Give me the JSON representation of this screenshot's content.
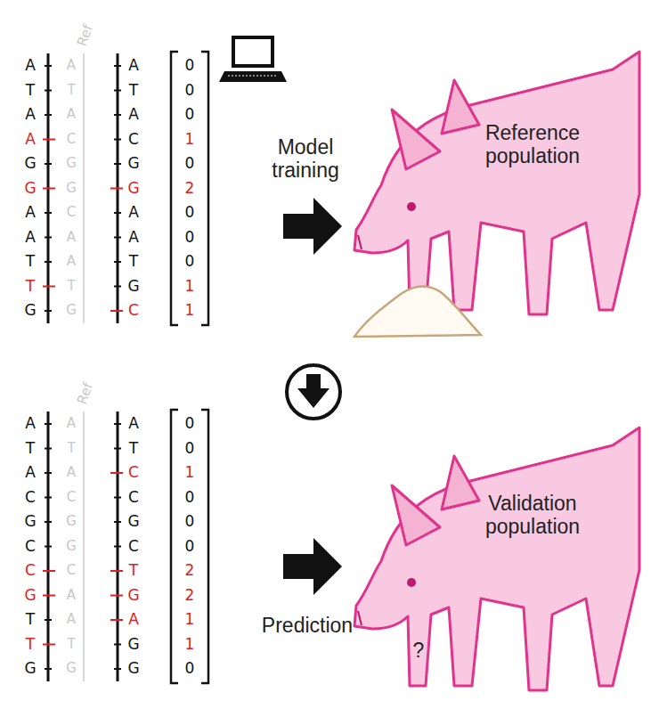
{
  "diagram": {
    "labels": [
      "A",
      "T",
      "A",
      "A",
      "G",
      "G",
      "A",
      "A",
      "T",
      "T",
      "G",
      "Ref",
      "A",
      "T",
      "A",
      "C",
      "G",
      "G",
      "C",
      "A",
      "A",
      "T",
      "G",
      "A",
      "T",
      "A",
      "C",
      "G",
      "G",
      "A",
      "A",
      "T",
      "G",
      "C",
      "0",
      "0",
      "0",
      "1",
      "0",
      "2",
      "0",
      "0",
      "0",
      "1",
      "1",
      "Model training",
      "Reference population",
      "A",
      "T",
      "A",
      "C",
      "G",
      "C",
      "C",
      "G",
      "T",
      "T",
      "G",
      "Ref",
      "A",
      "T",
      "A",
      "C",
      "G",
      "G",
      "C",
      "A",
      "A",
      "T",
      "G",
      "A",
      "T",
      "C",
      "C",
      "G",
      "C",
      "T",
      "G",
      "A",
      "G",
      "G",
      "0",
      "0",
      "1",
      "0",
      "0",
      "0",
      "2",
      "2",
      "1",
      "1",
      "0",
      "Prediction",
      "Validation population",
      "?"
    ]
  }
}
